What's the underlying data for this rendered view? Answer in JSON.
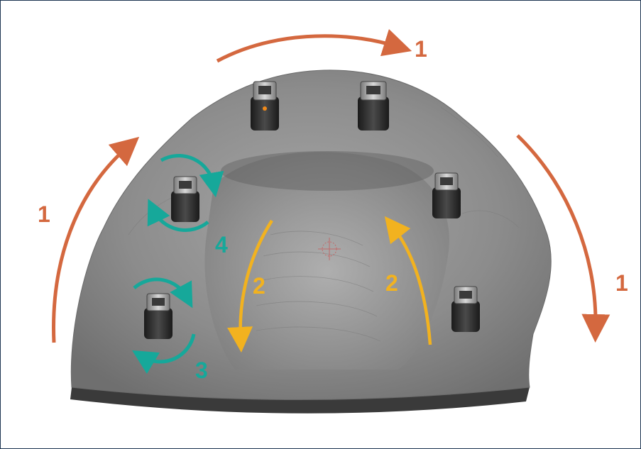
{
  "annotations": {
    "step_1_top": "1",
    "step_1_left": "1",
    "step_1_right": "1",
    "step_2_left": "2",
    "step_2_right": "2",
    "step_3": "3",
    "step_4": "4"
  },
  "colors": {
    "frame_border": "#1d3552",
    "step_1_arrows": "#d4683f",
    "step_2_arrows": "#f2b21f",
    "rotation_arrows": "#16a89a",
    "model_gray": "#8a8a8a",
    "implant_dark": "#2b2b2b"
  },
  "icons": [
    "curved-arrow",
    "rotation-circle-arrow",
    "implant-scan-body"
  ]
}
